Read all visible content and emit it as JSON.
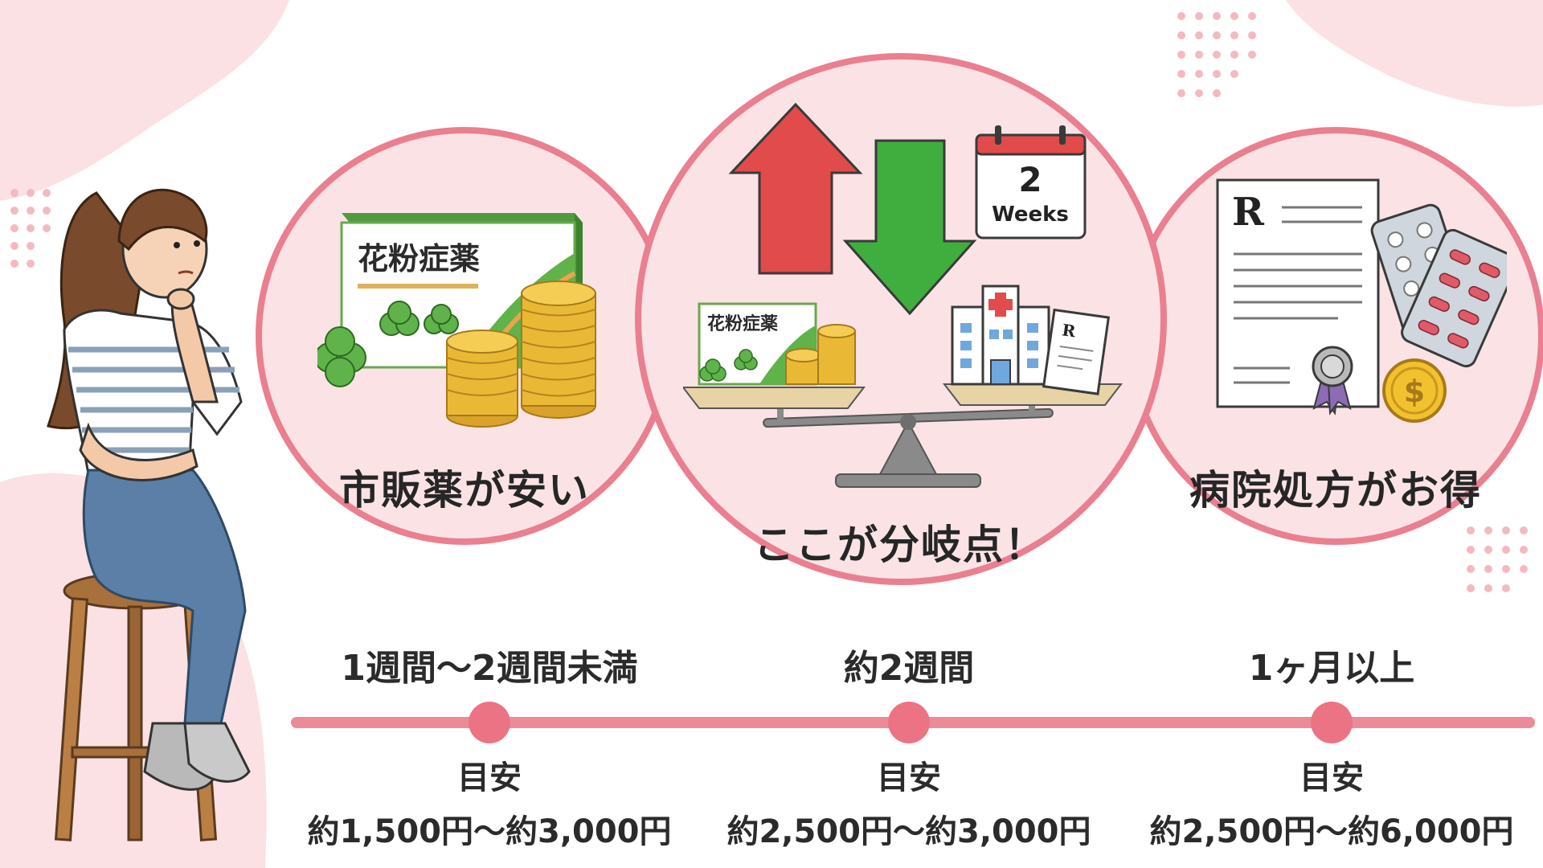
{
  "colors": {
    "accent_pink": "#ea7f8f",
    "circle_fill": "#fbe3e5",
    "arrow_up": "#e24b4b",
    "arrow_down": "#3fae3f",
    "box_green": "#5fb34a",
    "coin_gold": "#e9b935"
  },
  "circles": [
    {
      "label": "市販薬が安い",
      "icons": [
        "medicine-box-icon",
        "clover-icon",
        "coin-stack-icon"
      ],
      "box_text": "花粉症薬"
    },
    {
      "label": "ここが分岐点！",
      "icons": [
        "up-arrow-icon",
        "down-arrow-icon",
        "calendar-icon",
        "balance-scale-icon",
        "hospital-icon",
        "prescription-icon"
      ],
      "calendar_number": "2",
      "calendar_text": "Weeks",
      "box_text": "花粉症薬",
      "rx_text": "R"
    },
    {
      "label": "病院処方がお得",
      "icons": [
        "prescription-document-icon",
        "pill-blister-icon",
        "certificate-seal-icon",
        "dollar-coin-icon"
      ],
      "rx_text": "R",
      "coin_symbol": "$"
    }
  ],
  "timeline": [
    {
      "period": "1週間〜2週間未満",
      "guide_label": "目安",
      "price": "約1,500円〜約3,000円"
    },
    {
      "period": "約2週間",
      "guide_label": "目安",
      "price": "約2,500円〜約3,000円"
    },
    {
      "period": "1ヶ月以上",
      "guide_label": "目安",
      "price": "約2,500円〜約6,000円"
    }
  ],
  "person": {
    "icon": "thinking-woman-on-stool-icon"
  }
}
